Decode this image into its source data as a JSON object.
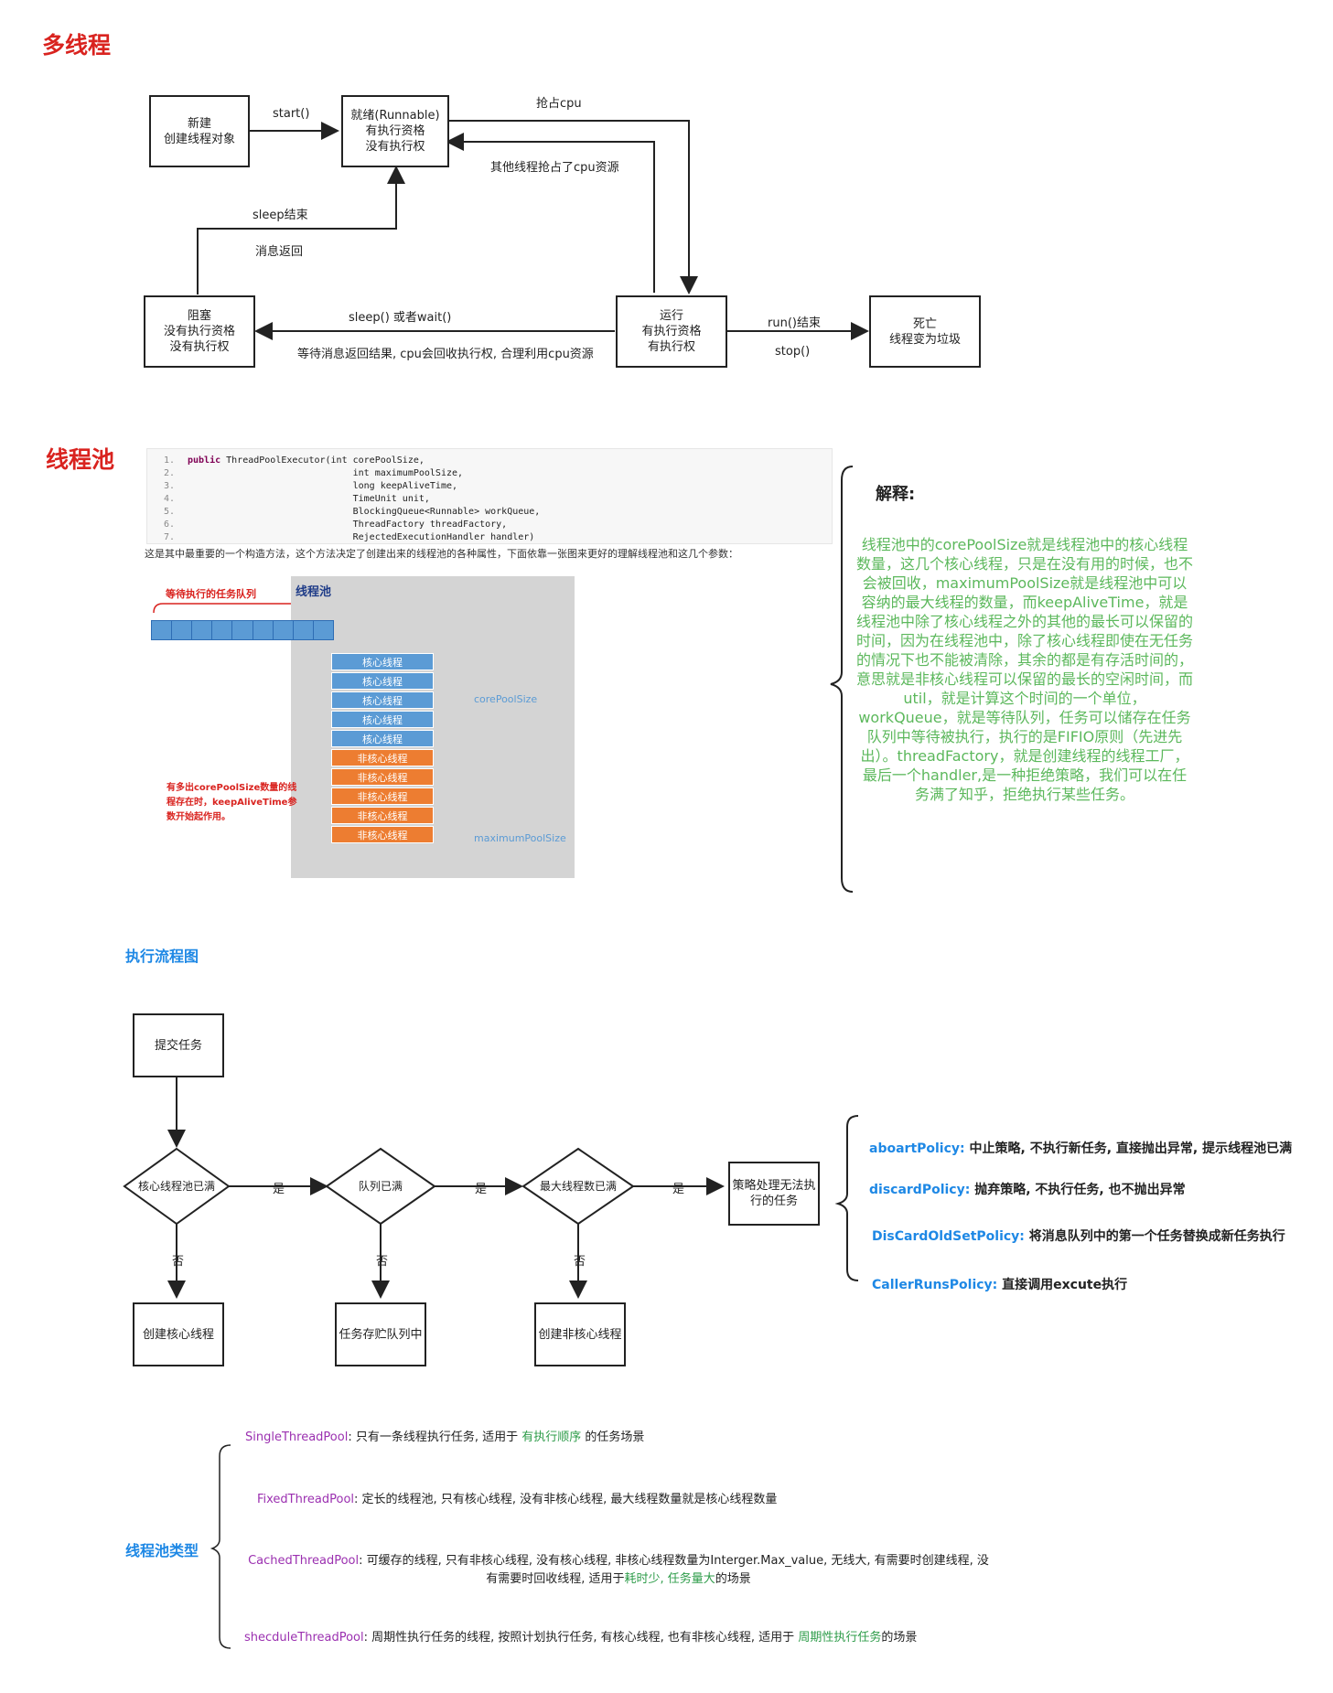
{
  "section1": {
    "title": "多线程",
    "states": {
      "new": "新建\n创建线程对象",
      "ready": "就绪(Runnable)\n有执行资格\n没有执行权",
      "blocked": "阻塞\n没有执行资格\n没有执行权",
      "running": "运行\n有执行资格\n有执行权",
      "dead": "死亡\n线程变为垃圾"
    },
    "edges": {
      "start": "start()",
      "grab_cpu": "抢占cpu",
      "other_grab": "其他线程抢占了cpu资源",
      "sleep_end": "sleep结束",
      "msg_return": "消息返回",
      "sleep_wait": "sleep() 或者wait()",
      "wait_msg": "等待消息返回结果, cpu会回收执行权, 合理利用cpu资源",
      "run_end": "run()结束",
      "stop": "stop()"
    }
  },
  "section2": {
    "title": "线程池",
    "code_lines": [
      {
        "n": "1.",
        "kw": "public",
        "text": " ThreadPoolExecutor(int corePoolSize,"
      },
      {
        "n": "2.",
        "kw": "",
        "text": "                              int maximumPoolSize,"
      },
      {
        "n": "3.",
        "kw": "",
        "text": "                              long keepAliveTime,"
      },
      {
        "n": "4.",
        "kw": "",
        "text": "                              TimeUnit unit,"
      },
      {
        "n": "5.",
        "kw": "",
        "text": "                              BlockingQueue<Runnable> workQueue,"
      },
      {
        "n": "6.",
        "kw": "",
        "text": "                              ThreadFactory threadFactory,"
      },
      {
        "n": "7.",
        "kw": "",
        "text": "                              RejectedExecutionHandler handler)"
      }
    ],
    "caption": "这是其中最重要的一个构造方法，这个方法决定了创建出来的线程池的各种属性，下面依靠一张图来更好的理解线程池和这几个参数：",
    "queue_label": "等待执行的任务队列",
    "pool_label": "线程池",
    "core_cells": [
      "核心线程",
      "核心线程",
      "核心线程",
      "核心线程",
      "核心线程"
    ],
    "noncore_cells": [
      "非核心线程",
      "非核心线程",
      "非核心线程",
      "非核心线程",
      "非核心线程"
    ],
    "core_size_label": "corePoolSize",
    "max_size_label": "maximumPoolSize",
    "keepalive_note": "有多出corePoolSize数量的线程存在时，keepAliveTime参数开始起作用。",
    "explain_title": "解释:",
    "explain_text": "线程池中的corePoolSize就是线程池中的核心线程数量，这几个核心线程，只是在没有用的时候，也不会被回收，maximumPoolSize就是线程池中可以容纳的最大线程的数量，而keepAliveTime，就是线程池中除了核心线程之外的其他的最长可以保留的时间，因为在线程池中，除了核心线程即使在无任务的情况下也不能被清除，其余的都是有存活时间的，意思就是非核心线程可以保留的最长的空闲时间，而util，就是计算这个时间的一个单位，workQueue，就是等待队列，任务可以储存在任务队列中等待被执行，执行的是FIFIO原则（先进先出）。threadFactory，就是创建线程的线程工厂，最后一个handler,是一种拒绝策略，我们可以在任务满了知乎，拒绝执行某些任务。"
  },
  "section3": {
    "title": "执行流程图",
    "submit": "提交任务",
    "d1": "核心线程池已满",
    "d2": "队列已满",
    "d3": "最大线程数已满",
    "policy_box": "策略处理无法执行的任务",
    "no1": "创建核心线程",
    "no2": "任务存贮队列中",
    "no3": "创建非核心线程",
    "yes": "是",
    "no": "否",
    "policies": [
      {
        "name": "aboartPolicy:",
        "desc": " 中止策略, 不执行新任务, 直接抛出异常, 提示线程池已满"
      },
      {
        "name": "discardPolicy:",
        "desc": " 抛弃策略, 不执行任务, 也不抛出异常"
      },
      {
        "name": "DisCardOldSetPolicy:",
        "desc": " 将消息队列中的第一个任务替换成新任务执行"
      },
      {
        "name": "CallerRunsPolicy:",
        "desc": " 直接调用excute执行"
      }
    ]
  },
  "section4": {
    "title": "线程池类型",
    "types": [
      {
        "name": "SingleThreadPool",
        "desc": ": 只有一条线程执行任务,  适用于 ",
        "hl": "有执行顺序",
        "tail": " 的任务场景"
      },
      {
        "name": "FixedThreadPool",
        "desc": ": 定长的线程池, 只有核心线程, 没有非核心线程, 最大线程数量就是核心线程数量",
        "hl": "",
        "tail": ""
      },
      {
        "name": "CachedThreadPool",
        "desc": ": 可缓存的线程, 只有非核心线程, 没有核心线程, 非核心线程数量为Interger.Max_value, 无线大, 有需要时创建线程, 没有需要时回收线程, 适用于",
        "hl": "耗时少, 任务量大",
        "tail": "的场景"
      },
      {
        "name": "shecduleThreadPool",
        "desc": ": 周期性执行任务的线程, 按照计划执行任务, 有核心线程, 也有非核心线程, 适用于 ",
        "hl": "周期性执行任务",
        "tail": "的场景"
      }
    ]
  }
}
